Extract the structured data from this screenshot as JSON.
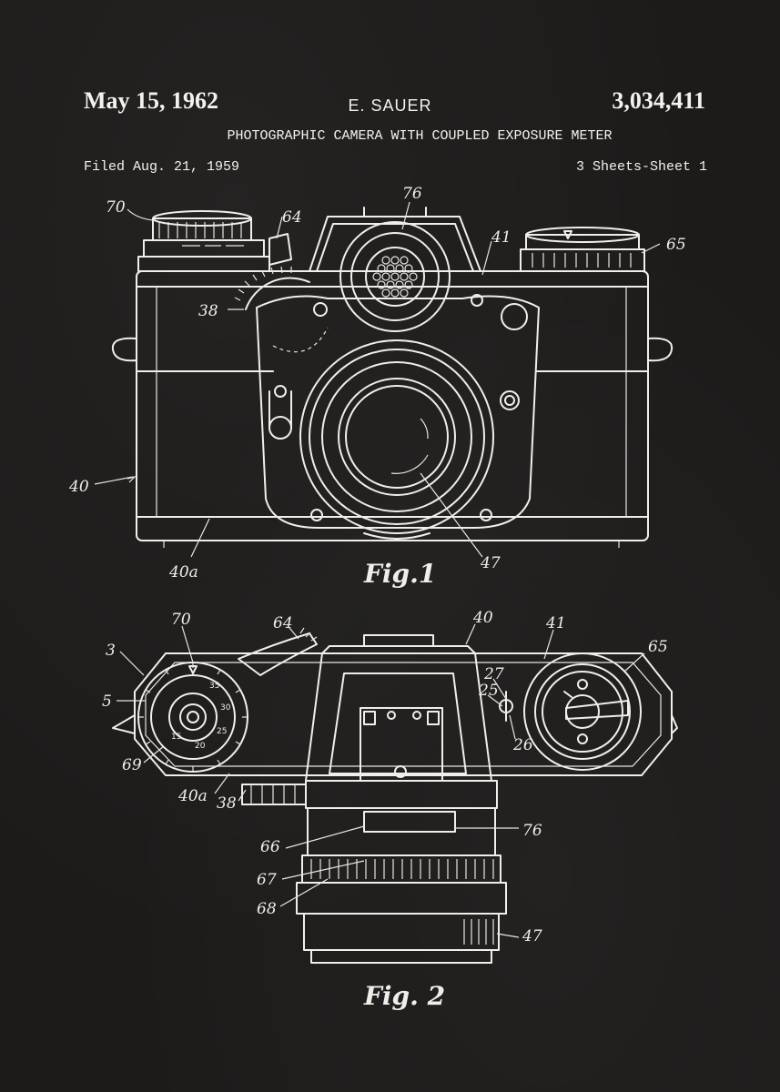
{
  "header": {
    "date": "May 15, 1962",
    "inventor": "E. SAUER",
    "patent_number": "3,034,411",
    "title": "PHOTOGRAPHIC CAMERA WITH COUPLED EXPOSURE METER",
    "filed": "Filed Aug. 21, 1959",
    "sheets": "3 Sheets-Sheet 1"
  },
  "figures": {
    "fig1": {
      "caption": "Fig.1",
      "refs": {
        "r70": "70",
        "r64": "64",
        "r76": "76",
        "r41": "41",
        "r65": "65",
        "r38": "38",
        "r40": "40",
        "r40a": "40a",
        "r47": "47"
      }
    },
    "fig2": {
      "caption": "Fig. 2",
      "refs": {
        "r70": "70",
        "r64": "64",
        "r40": "40",
        "r41": "41",
        "r65": "65",
        "r3": "3",
        "r5": "5",
        "r27": "27",
        "r25": "25",
        "r26": "26",
        "r69": "69",
        "r40a": "40a",
        "r38": "38",
        "r76": "76",
        "r66": "66",
        "r67": "67",
        "r68": "68",
        "r47": "47"
      },
      "dial_marks": {
        "d35": "35",
        "d30": "30",
        "d25": "25",
        "d20": "20",
        "d15": "15"
      }
    }
  },
  "colors": {
    "background": "#1d1b1a",
    "ink": "#f0eee9"
  }
}
